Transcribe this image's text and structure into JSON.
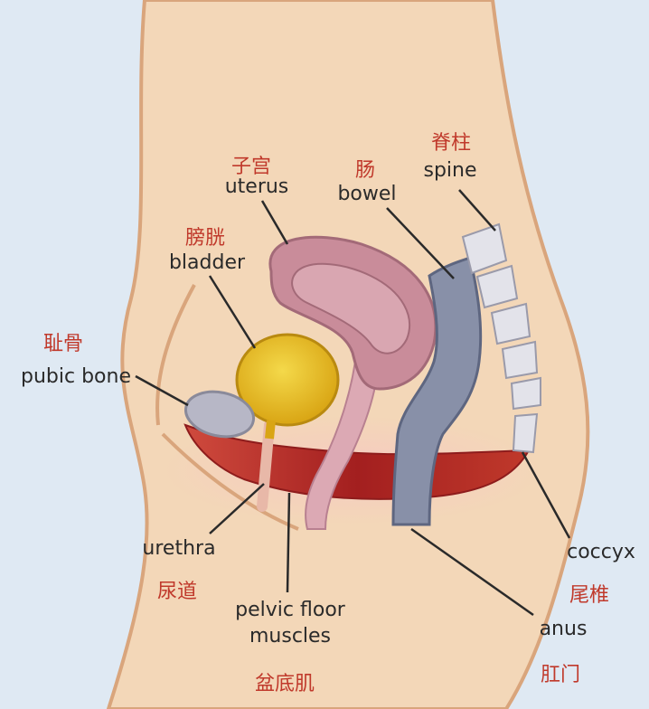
{
  "labels": {
    "uterus": {
      "zh": "子宫",
      "en": "uterus"
    },
    "bowel": {
      "zh": "肠",
      "en": "bowel"
    },
    "spine": {
      "zh": "脊柱",
      "en": "spine"
    },
    "bladder": {
      "zh": "膀胱",
      "en": "bladder"
    },
    "pubic_bone": {
      "zh": "耻骨",
      "en": "pubic bone"
    },
    "urethra": {
      "en": "urethra",
      "zh": "尿道"
    },
    "pelvic_floor": {
      "en_line1": "pelvic floor",
      "en_line2": "muscles",
      "zh": "盆底肌"
    },
    "coccyx": {
      "en": "coccyx",
      "zh": "尾椎"
    },
    "anus": {
      "en": "anus",
      "zh": "肛门"
    }
  },
  "colors": {
    "background": "#dfe9f3",
    "skin": "#f3d7b8",
    "skin_outline": "#d9a57c",
    "bladder": "#e9c12a",
    "uterus": "#c98c9a",
    "bowel": "#8890a8",
    "pelvic_muscle": "#b52a2a",
    "bone": "#b7b7c6",
    "label_zh": "#c0392b",
    "label_en": "#2a2a2a"
  }
}
